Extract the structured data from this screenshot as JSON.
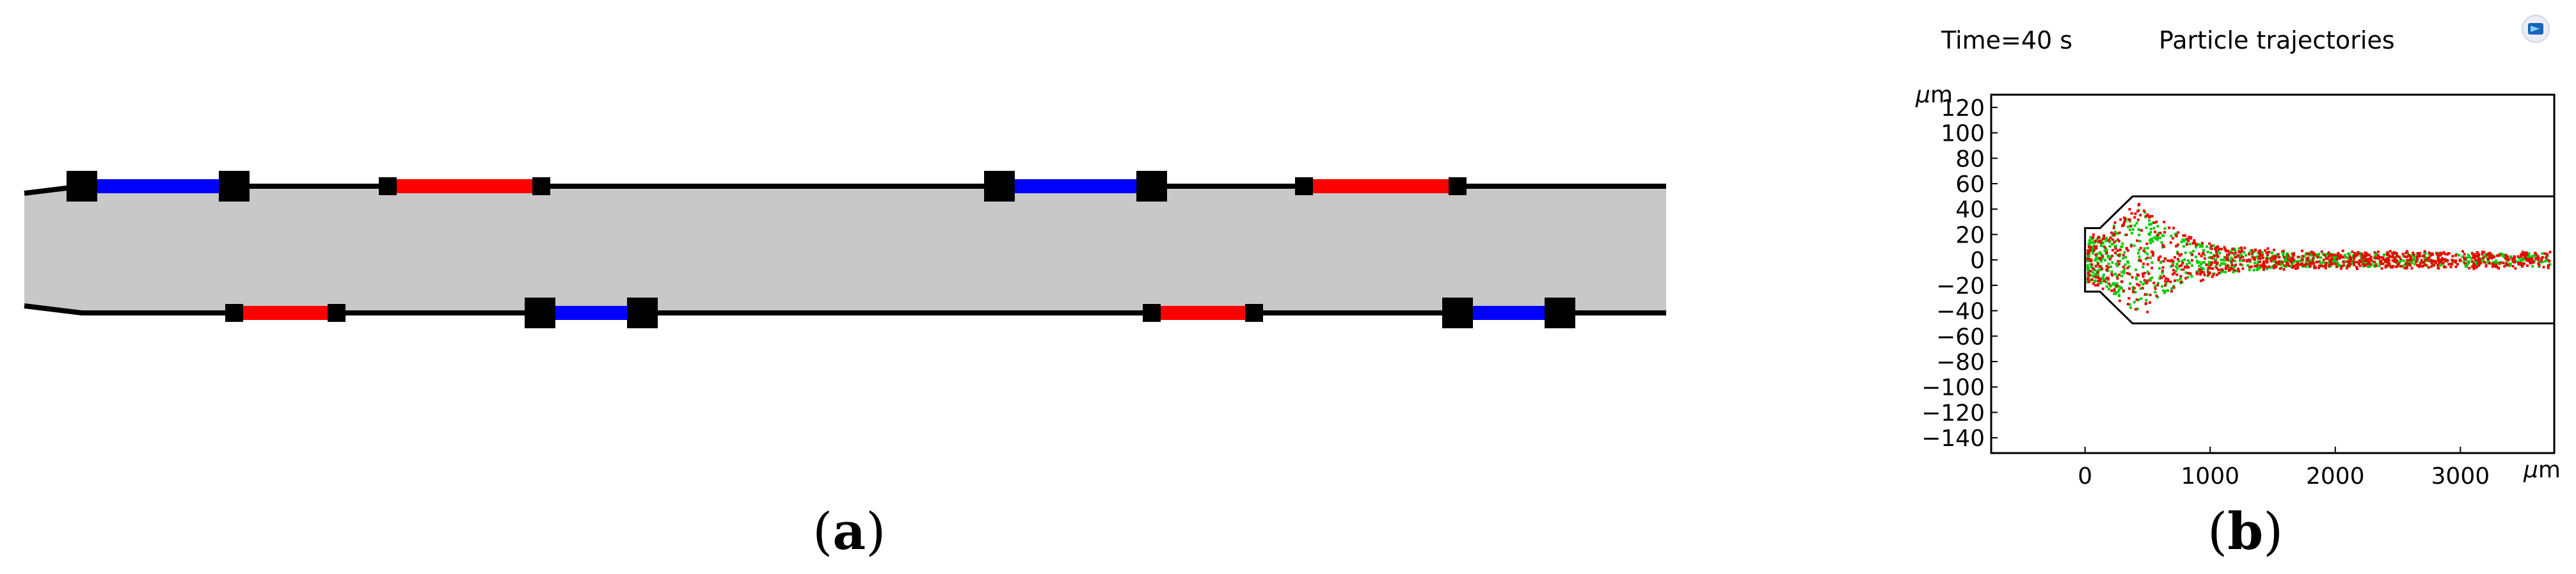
{
  "panel_a": {
    "caption": "a",
    "electrodes": [
      {
        "wall": "top",
        "color": "blue",
        "x1": 128,
        "x2": 366,
        "pad": "large"
      },
      {
        "wall": "top",
        "color": "red",
        "x1": 606,
        "x2": 846,
        "pad": "small"
      },
      {
        "wall": "top",
        "color": "blue",
        "x1": 1562,
        "x2": 1800,
        "pad": "large"
      },
      {
        "wall": "top",
        "color": "red",
        "x1": 2038,
        "x2": 2278,
        "pad": "small"
      },
      {
        "wall": "bottom",
        "color": "red",
        "x1": 366,
        "x2": 526,
        "pad": "small"
      },
      {
        "wall": "bottom",
        "color": "blue",
        "x1": 844,
        "x2": 1004,
        "pad": "large"
      },
      {
        "wall": "bottom",
        "color": "red",
        "x1": 1800,
        "x2": 1960,
        "pad": "small"
      },
      {
        "wall": "bottom",
        "color": "blue",
        "x1": 2278,
        "x2": 2438,
        "pad": "large"
      }
    ],
    "colors": {
      "blue": "#0000ff",
      "red": "#ff0000",
      "channel": "#c8c8c8"
    }
  },
  "panel_b": {
    "caption": "b",
    "time_label": "Time=40 s",
    "plot_title": "Particle trajectories",
    "logo_icon": "comsol-logo-icon",
    "chart_data": {
      "type": "scatter",
      "title": "Particle trajectories",
      "xlabel": "µm",
      "ylabel": "µm",
      "x_ticks": [
        0,
        1000,
        2000,
        3000
      ],
      "y_ticks": [
        120,
        100,
        80,
        60,
        40,
        20,
        0,
        -20,
        -40,
        -60,
        -80,
        -100,
        -120,
        -140
      ],
      "xlim": [
        -750,
        3750
      ],
      "ylim": [
        -152,
        130
      ],
      "channel_geometry": {
        "inlet_x": [
          0,
          120
        ],
        "inlet_y": [
          -25,
          25
        ],
        "expansion_end_x": 380,
        "main_y": [
          -50,
          50
        ],
        "main_x_end": 3750
      },
      "series": [
        {
          "color": "#00cc00"
        },
        {
          "color": "#ee0000"
        }
      ],
      "grid": false
    }
  }
}
